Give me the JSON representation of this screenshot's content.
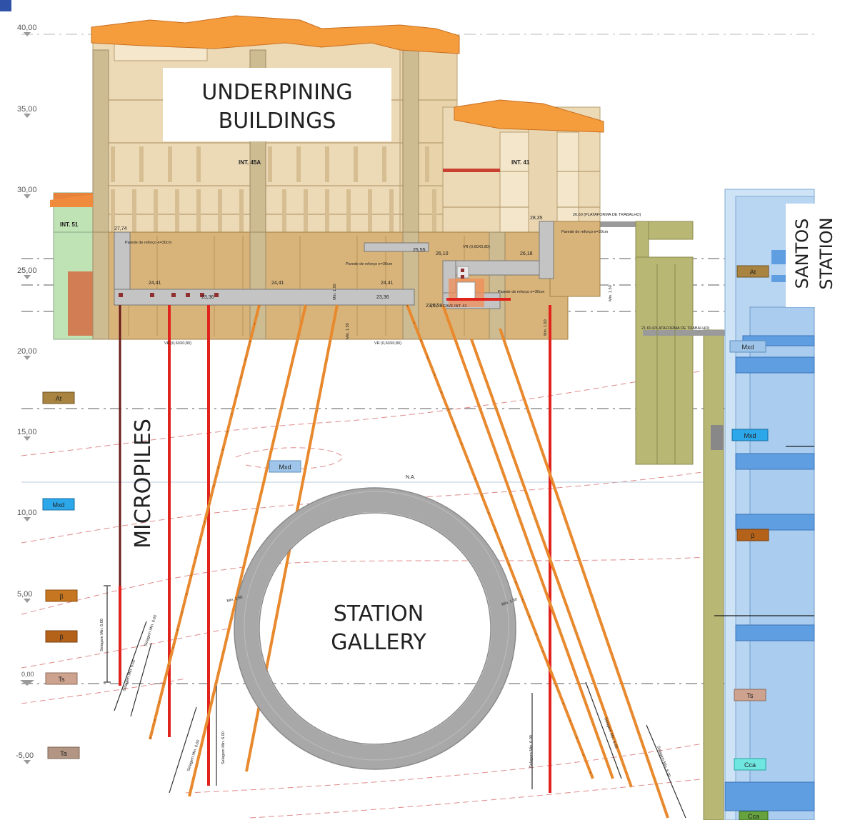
{
  "labels": {
    "underpining": "UNDERPINING\nBUILDINGS",
    "micropiles": "MICROPILES",
    "station_gallery": "STATION\nGALLERY",
    "santos_station": "SANTOS\nSTATION",
    "na": "N.A."
  },
  "elevations": [
    "40,00",
    "35,00",
    "30,00",
    "25,00",
    "20,00",
    "15,00",
    "10,00",
    "5,00",
    "0,00",
    "-5,00"
  ],
  "building_labels": [
    "INT. 51",
    "INT. 45A",
    "INT. 41"
  ],
  "levels": [
    "27,74",
    "24,41",
    "23,36",
    "24,41",
    "24,41",
    "23,36",
    "25,55",
    "26,10",
    "26,18",
    "28,35",
    "23,07",
    "25,38"
  ],
  "drawing_notes": [
    "Parede de reforço e=30cm",
    "Parede de reforço e=30cm",
    "Parede de reforço e=30cm",
    "Parede de reforço e=30cm",
    "VR (0,60X0,80)",
    "VR (0,60X0,80)",
    "VR (0,60X0,80)",
    "26.60 (PLATAFORMA DE TRABALHO)",
    "21.60 (PLATAFORMA DE TRABALHO)",
    "CAVE INT. 41",
    "Min. 1.50",
    "Min. 1.50",
    "Min. 1.50",
    "Min. 1.50",
    "Min. 1.50",
    "Min. 1.50",
    "Selagem Min. 6.00",
    "Selagem Min. 6.00",
    "Selagem Min. 6.00",
    "Selagem Min. 6.00",
    "Selagem Min. 6.00",
    "Selagem Min. 6.00",
    "Selagem Min. 6.00",
    "Selagem Min. 6.00"
  ],
  "soil_tags_left": [
    "At",
    "Mxd",
    "β",
    "β",
    "Ts",
    "Ta"
  ],
  "soil_tags_mid": [
    "Mxd"
  ],
  "soil_tags_right": [
    "At",
    "Mxd",
    "Mxd",
    "β",
    "Ts",
    "Cca",
    "Cca"
  ],
  "colors": {
    "roof": "#f59c3c",
    "facade": "#ecd9b6",
    "wall": "#d4bd8e",
    "foundation_soil": "#d9b47a",
    "stone": "#c4ae86",
    "concrete": "#c4c4c4",
    "micropile_red": "#e0231c",
    "micropile_orange": "#e8892e",
    "gallery": "#a8a8a8",
    "olive": "#b9b774",
    "station_blue": "#a9ccef",
    "int51": "#bfe3b4"
  }
}
